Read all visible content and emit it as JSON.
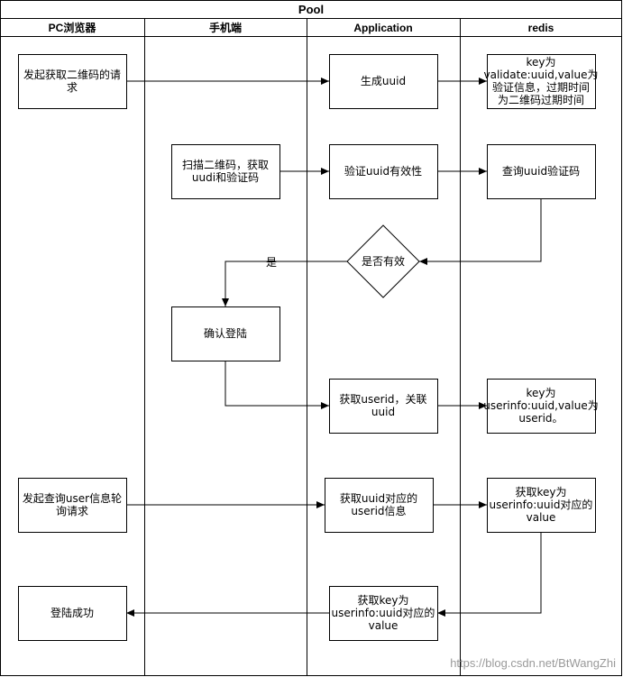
{
  "pool": {
    "title": "Pool"
  },
  "lanes": [
    {
      "id": "pc",
      "title": "PC浏览器"
    },
    {
      "id": "mobile",
      "title": "手机端"
    },
    {
      "id": "app",
      "title": "Application"
    },
    {
      "id": "redis",
      "title": "redis"
    }
  ],
  "nodes": [
    {
      "id": "pc_request_qr",
      "shape": "rect",
      "lines": [
        "发起获取二维码的请",
        "求"
      ]
    },
    {
      "id": "gen_uuid",
      "shape": "rect",
      "lines": [
        "生成uuid"
      ]
    },
    {
      "id": "redis_set_validate",
      "shape": "rect",
      "lines": [
        "key为",
        "validate:uuid,value为",
        "验证信息，过期时间",
        "为二维码过期时间"
      ]
    },
    {
      "id": "scan_qr",
      "shape": "rect",
      "lines": [
        "扫描二维码，获取",
        "uudi和验证码"
      ]
    },
    {
      "id": "verify_uuid",
      "shape": "rect",
      "lines": [
        "验证uuid有效性"
      ]
    },
    {
      "id": "query_uuid_code",
      "shape": "rect",
      "lines": [
        "查询uuid验证码"
      ]
    },
    {
      "id": "is_valid",
      "shape": "diamond",
      "lines": [
        "是否有效"
      ]
    },
    {
      "id": "confirm_login",
      "shape": "rect",
      "lines": [
        "确认登陆"
      ]
    },
    {
      "id": "get_userid",
      "shape": "rect",
      "lines": [
        "获取userid，关联",
        "uuid"
      ]
    },
    {
      "id": "redis_set_userinfo",
      "shape": "rect",
      "lines": [
        "key为",
        "userinfo:uuid,value为",
        "userid。"
      ]
    },
    {
      "id": "pc_poll_user",
      "shape": "rect",
      "lines": [
        "发起查询user信息轮",
        "询请求"
      ]
    },
    {
      "id": "get_uuid_userid",
      "shape": "rect",
      "lines": [
        "获取uuid对应的",
        "userid信息"
      ]
    },
    {
      "id": "redis_get_userinfo",
      "shape": "rect",
      "lines": [
        "获取key为",
        "userinfo:uuid对应的",
        "value"
      ]
    },
    {
      "id": "app_return_value",
      "shape": "rect",
      "lines": [
        "获取key为",
        "userinfo:uuid对应的",
        "value"
      ]
    },
    {
      "id": "login_success",
      "shape": "rect",
      "lines": [
        "登陆成功"
      ]
    }
  ],
  "edges": [
    {
      "id": "e1",
      "from": "pc_request_qr",
      "to": "gen_uuid"
    },
    {
      "id": "e2",
      "from": "gen_uuid",
      "to": "redis_set_validate"
    },
    {
      "id": "e3",
      "from": "scan_qr",
      "to": "verify_uuid"
    },
    {
      "id": "e4",
      "from": "verify_uuid",
      "to": "query_uuid_code"
    },
    {
      "id": "e5",
      "from": "query_uuid_code",
      "to": "is_valid"
    },
    {
      "id": "e6",
      "from": "is_valid",
      "to": "confirm_login",
      "label": "是"
    },
    {
      "id": "e7",
      "from": "confirm_login",
      "to": "get_userid"
    },
    {
      "id": "e8",
      "from": "get_userid",
      "to": "redis_set_userinfo"
    },
    {
      "id": "e9",
      "from": "pc_poll_user",
      "to": "get_uuid_userid"
    },
    {
      "id": "e10",
      "from": "get_uuid_userid",
      "to": "redis_get_userinfo"
    },
    {
      "id": "e11",
      "from": "redis_get_userinfo",
      "to": "app_return_value"
    },
    {
      "id": "e12",
      "from": "app_return_value",
      "to": "login_success"
    }
  ],
  "watermark": "https://blog.csdn.net/BtWangZhi",
  "colors": {
    "stroke": "#000000",
    "fill": "#ffffff",
    "text": "#000000",
    "watermark": "#9a9a9a"
  }
}
